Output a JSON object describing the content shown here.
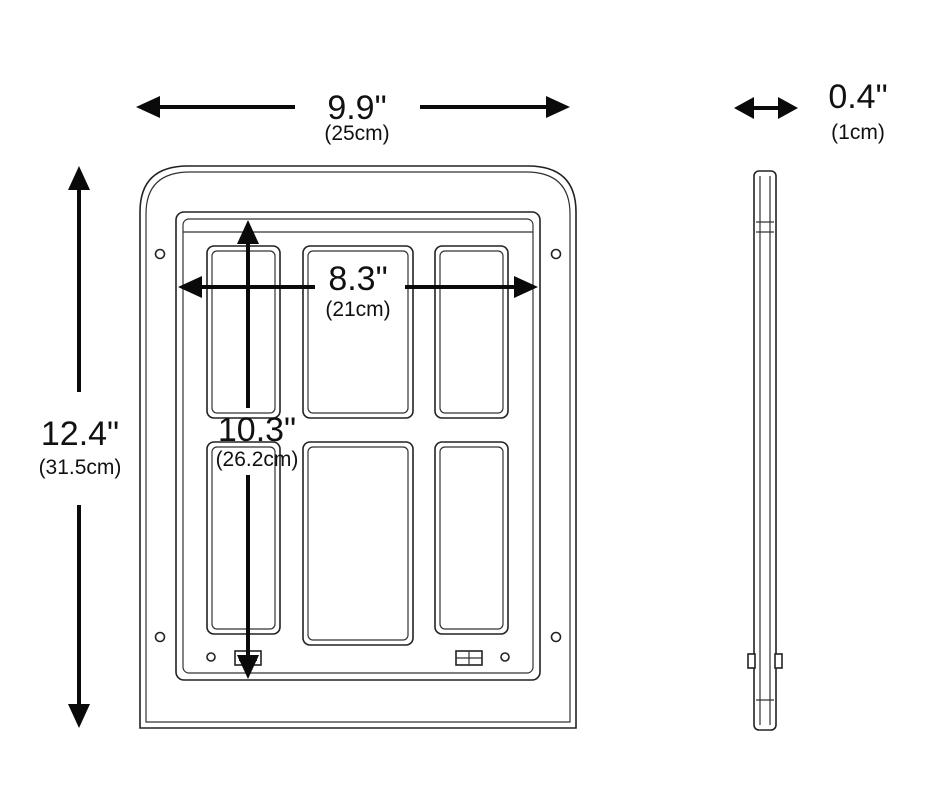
{
  "dimensions": {
    "width": {
      "value": "9.9\"",
      "metric": "(25cm)"
    },
    "depth": {
      "value": "0.4\"",
      "metric": "(1cm)"
    },
    "height": {
      "value": "12.4\"",
      "metric": "(31.5cm)"
    },
    "inner_width": {
      "value": "8.3\"",
      "metric": "(21cm)"
    },
    "inner_height": {
      "value": "10.3\"",
      "metric": "(26.2cm)"
    }
  },
  "colors": {
    "line": "#222222",
    "arrow": "#0a0a0a",
    "background": "#ffffff"
  }
}
